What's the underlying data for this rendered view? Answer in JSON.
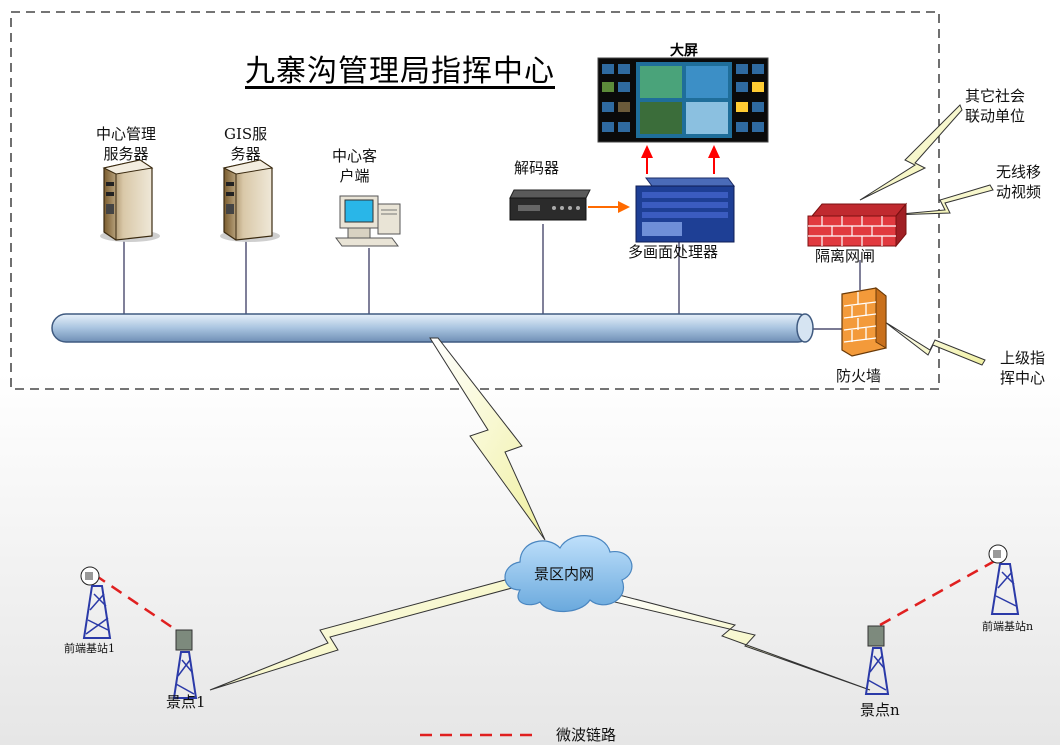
{
  "title": "九寨沟管理局指挥中心",
  "big_screen": "大屏",
  "nodes": {
    "center_server": "中心管理\n服务器",
    "gis_server": "GIS服\n务器",
    "center_client": "中心客\n户端",
    "decoder": "解码器",
    "multi_processor": "多画面处理器",
    "isolation_gate": "隔离网闸",
    "firewall": "防火墙",
    "other_units": "其它社会\n联动单位",
    "wireless_video": "无线移\n动视频",
    "upper_center": "上级指\n挥中心",
    "scenic_net": "景区内网",
    "spot_1": "景点1",
    "spot_n": "景点n",
    "base_1": "前端基站1",
    "base_n": "前端基站n"
  },
  "legend": {
    "microwave_link": "微波链路"
  },
  "colors": {
    "bus": "#b8cfe6",
    "link_line": "#2a2a55",
    "microwave": "#e02020",
    "arrow_red": "#ff0000",
    "arrow_orange": "#ff6a00",
    "cloud": "#8fc3ec",
    "tower": "#2b3aa8",
    "firewall": "#e07a20",
    "gate": "#d8353a"
  }
}
